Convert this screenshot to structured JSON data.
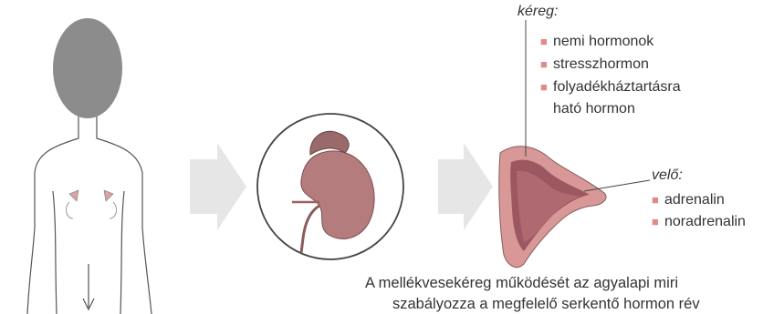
{
  "cortex": {
    "heading": "kéreg:",
    "items": [
      "nemi hormonok",
      "stresszhormon",
      "folyadékháztartásra",
      "ható hormon"
    ]
  },
  "medulla": {
    "heading": "velő:",
    "items": [
      "adrenalin",
      "noradrenalin"
    ]
  },
  "caption": {
    "line1": "A mellékvesekéreg működését az agyalapi miri",
    "line2": "szabályozza a megfelelő serkentő hormon rév"
  },
  "colors": {
    "head_fill": "#8c8c8c",
    "arrow_fill": "#e6e6e6",
    "bullet": "#e08a8a",
    "gland_outer": "#d99898",
    "gland_inner": "#9c5860",
    "kidney": "#b47c7c"
  }
}
